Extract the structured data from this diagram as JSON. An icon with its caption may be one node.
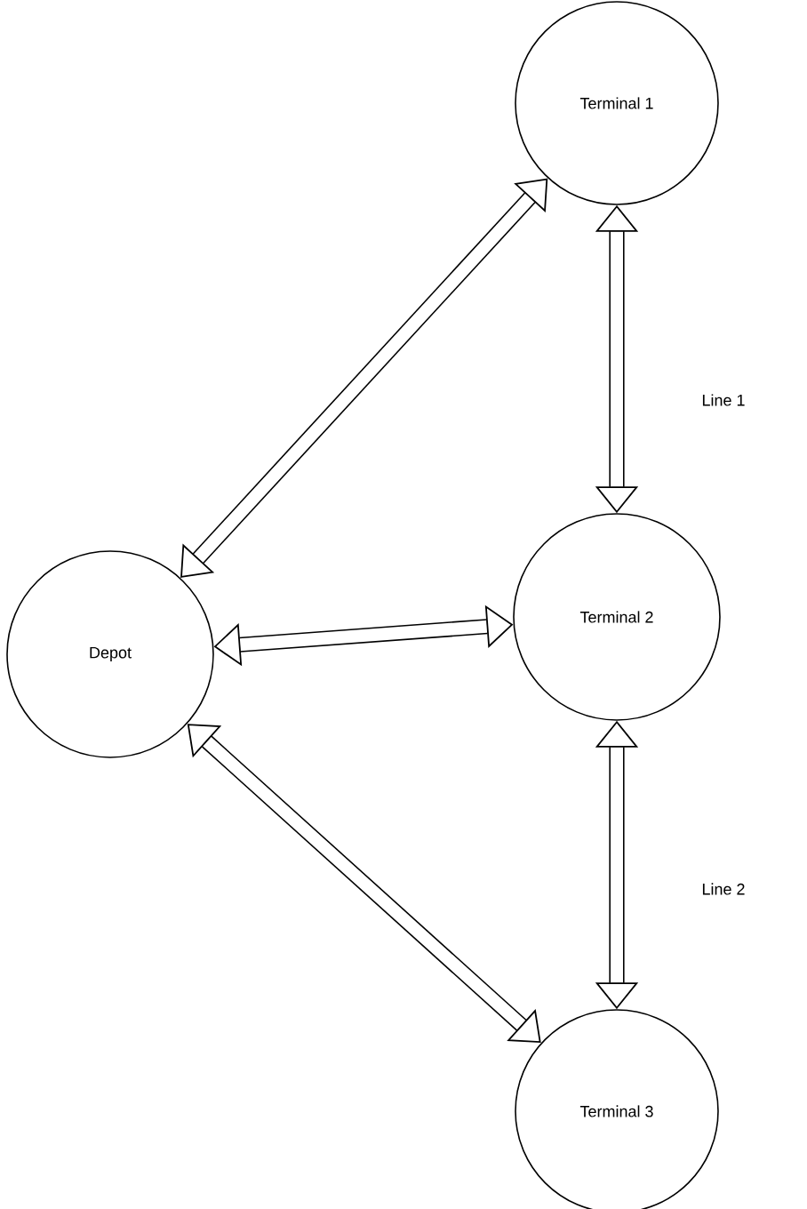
{
  "diagram": {
    "nodes": [
      {
        "text": [
          "Terminal 1"
        ]
      },
      {
        "text": [
          "Depot"
        ]
      },
      {
        "text": [
          "Terminal 2"
        ]
      },
      {
        "text": [
          "Terminal 3"
        ]
      }
    ],
    "edges": [
      {
        "from": 1,
        "to": 0,
        "arrow": "both"
      },
      {
        "from": 1,
        "to": 2,
        "arrow": "both"
      },
      {
        "from": 1,
        "to": 3,
        "arrow": "both"
      },
      {
        "from": 0,
        "to": 2,
        "arrow": "both"
      },
      {
        "from": 2,
        "to": 3,
        "arrow": "both"
      }
    ],
    "labels": [
      "Line 1",
      "Line 2"
    ]
  }
}
